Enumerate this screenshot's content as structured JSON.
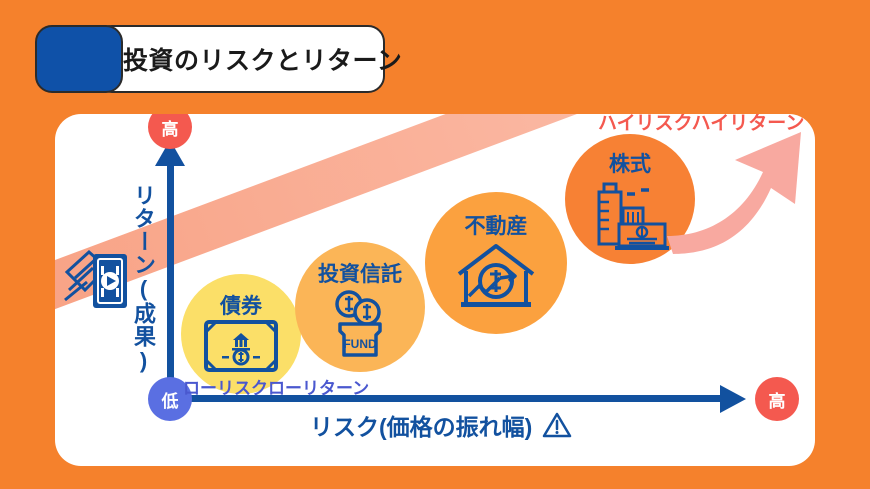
{
  "theme": {
    "background": "#f5812c",
    "card_background": "#ffffff",
    "brand_blue": "#12519f",
    "chip_blue": "#0f51a8",
    "accent_red": "#f4594f",
    "accent_periwinkle": "#5a6fe2",
    "band_salmon": "#f6825a",
    "arrow_pink": "#f8a9a0"
  },
  "title": {
    "text": "投資のリスクとリターン"
  },
  "axes": {
    "y_label": "リターン(成果)",
    "x_label": "リスク(価格の振れ幅)",
    "x_warning_icon": "warning-triangle-icon",
    "y_high_badge": "高",
    "y_low_badge": "低",
    "x_high_badge": "高"
  },
  "captions": {
    "low": "ローリスクローリターン",
    "high": "ハイリスクハイリターン"
  },
  "decor": {
    "money_icon": "money-bills-icon",
    "big_arrow_icon": "up-right-arrow-icon"
  },
  "chart_data": {
    "type": "scatter",
    "title": "投資のリスクとリターン",
    "xlabel": "リスク(価格の振れ幅)",
    "ylabel": "リターン(成果)",
    "xlim": [
      "低",
      "高"
    ],
    "ylim": [
      "低",
      "高"
    ],
    "grid": false,
    "legend": false,
    "annotations": [
      "ローリスクローリターン",
      "ハイリスクハイリターン"
    ],
    "categories": [
      "債券",
      "投資信託",
      "不動産",
      "株式"
    ],
    "points": [
      {
        "label": "債券",
        "risk": 1,
        "return": 1,
        "bubble_size": 120,
        "color": "#fbdf68",
        "icon": "banknote-bank-icon"
      },
      {
        "label": "投資信託",
        "risk": 2,
        "return": 2,
        "bubble_size": 130,
        "color": "#fbb557",
        "icon": "fund-jar-coins-icon"
      },
      {
        "label": "不動産",
        "risk": 3,
        "return": 3,
        "bubble_size": 142,
        "color": "#fba13f",
        "icon": "house-dollar-icon"
      },
      {
        "label": "株式",
        "risk": 4,
        "return": 4,
        "bubble_size": 130,
        "color": "#f78134",
        "icon": "buildings-money-icon"
      }
    ]
  }
}
